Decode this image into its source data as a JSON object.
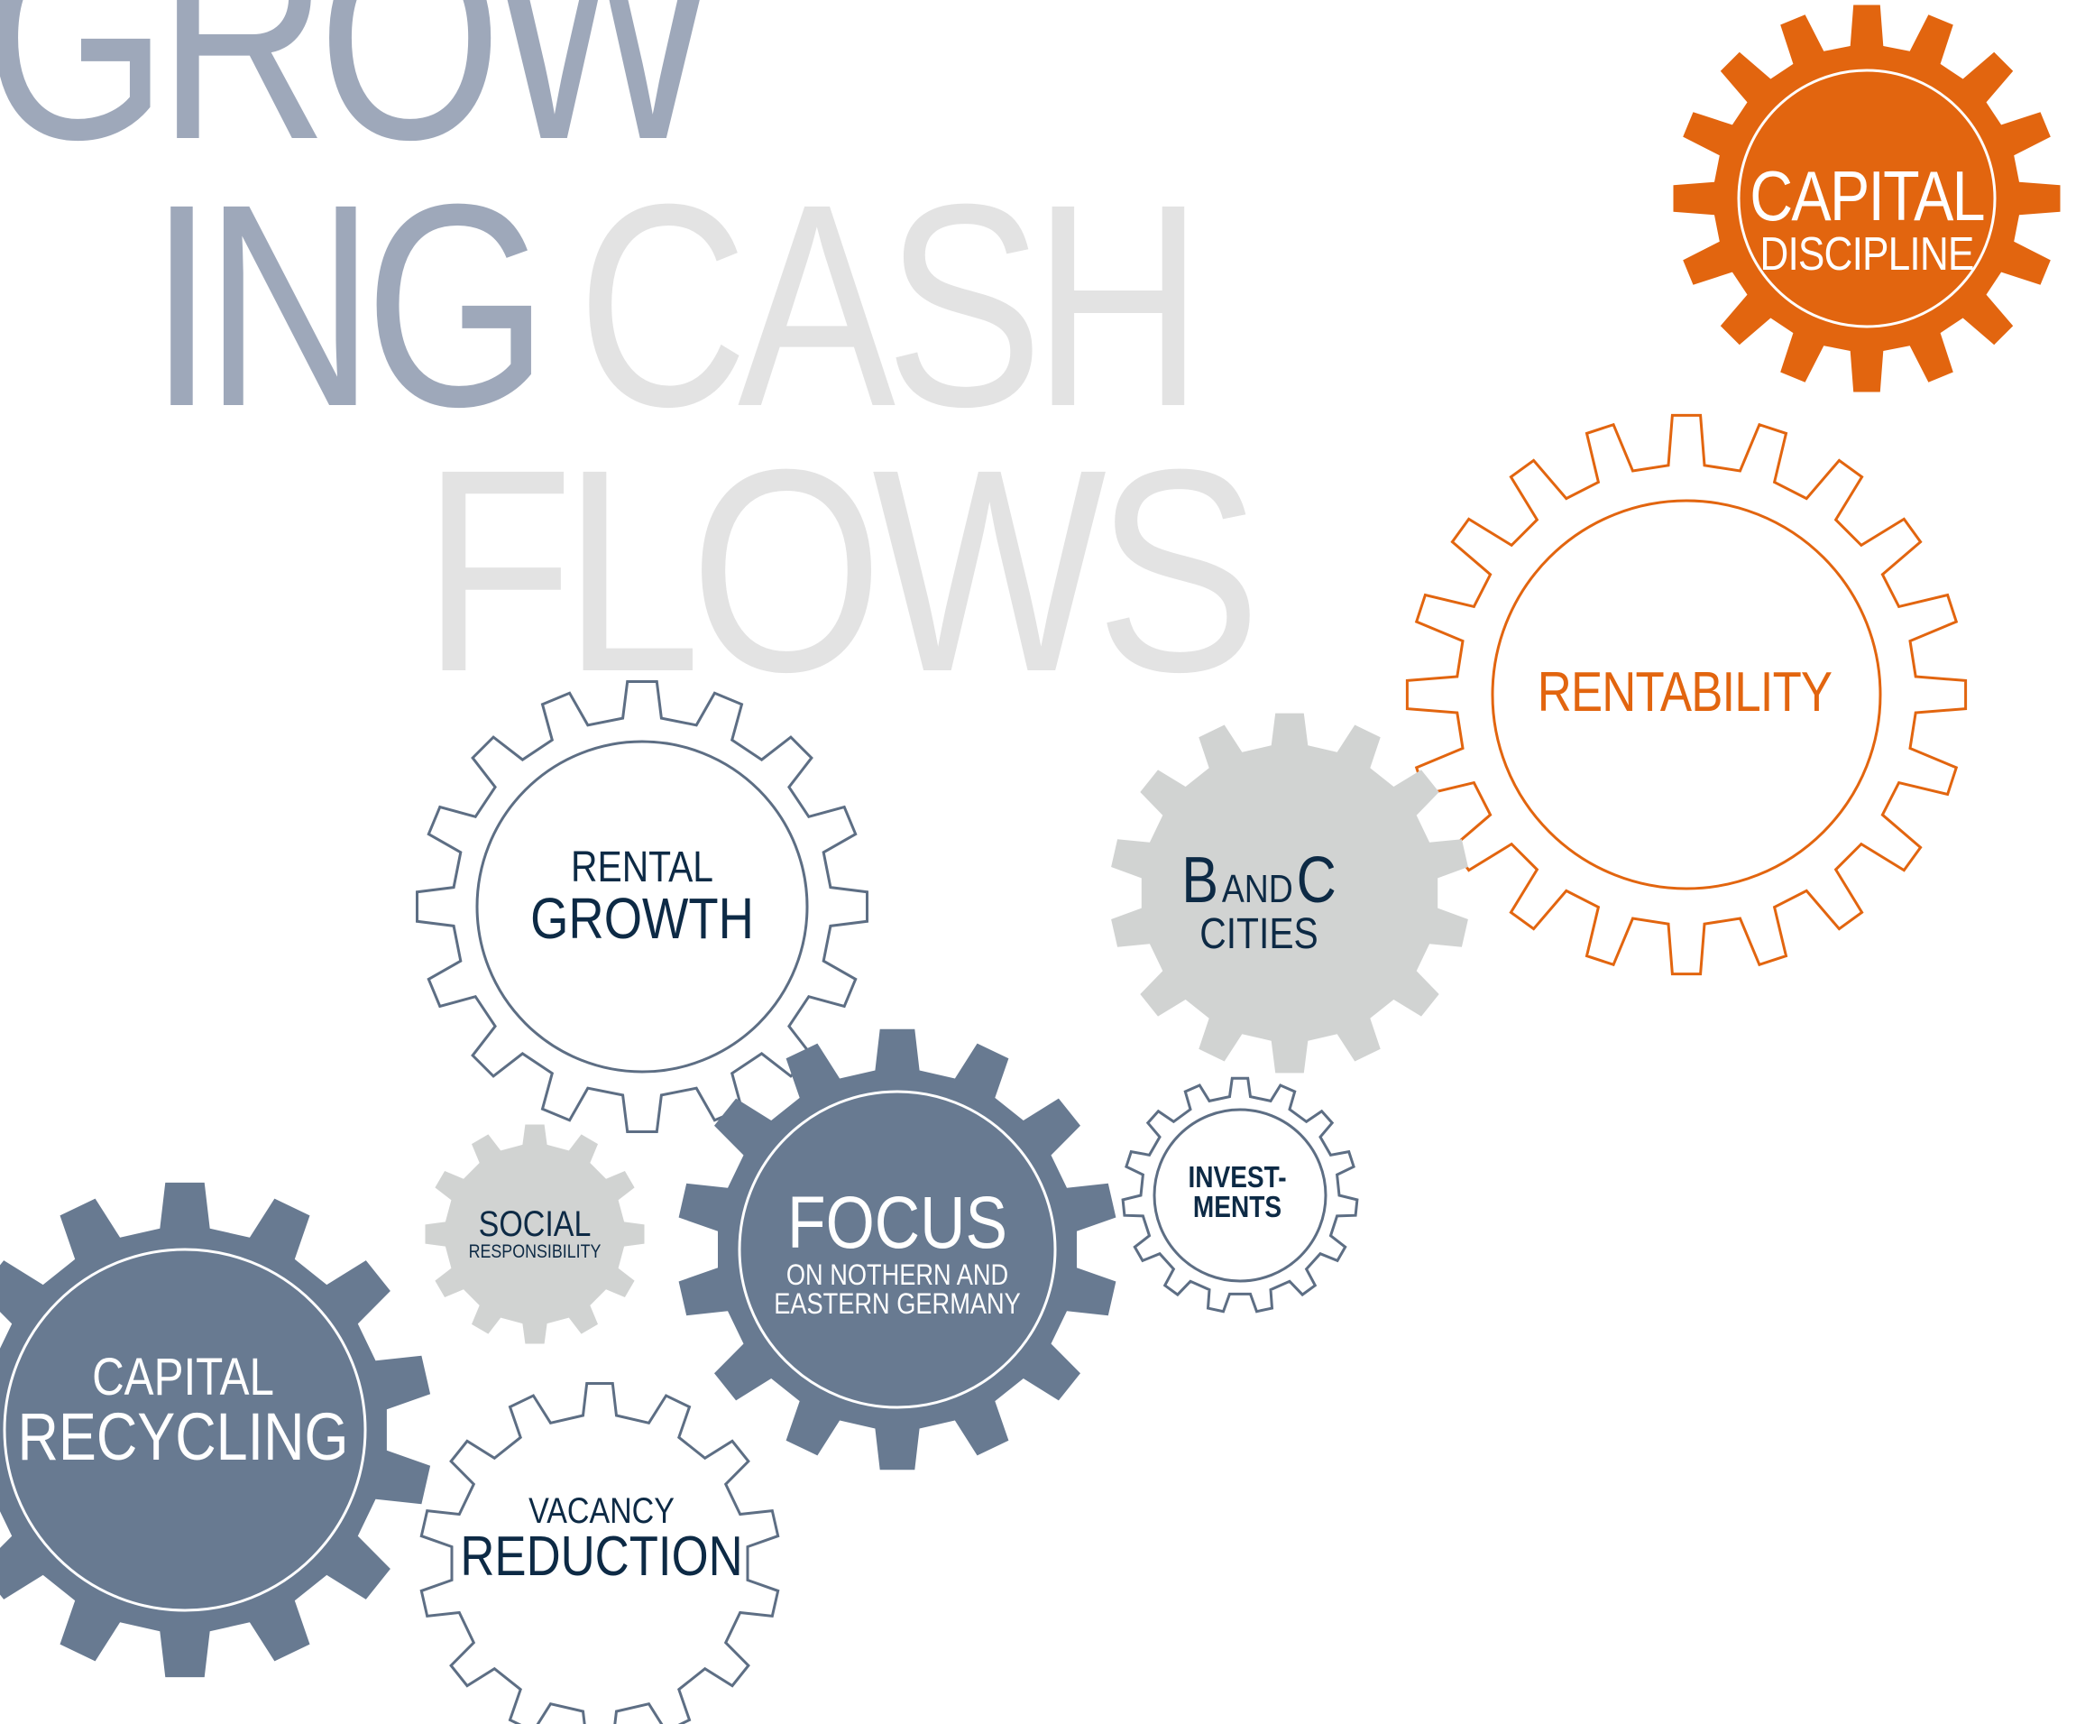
{
  "headline": {
    "line1": "GROW",
    "line2_a": "ING",
    "line2_b": "CASH",
    "line3": "FLOWS"
  },
  "colors": {
    "headline_dark": "#9ea8ba",
    "headline_light": "#e3e3e3",
    "slate": "#687a91",
    "slate_outline": "#5d6e84",
    "light_gray": "#d1d3d2",
    "orange": "#e2650f",
    "navy_text": "#0d2a45",
    "white": "#ffffff"
  },
  "gears": {
    "capital_discipline": {
      "line1": "CAPITAL",
      "line2": "DISCIPLINE"
    },
    "rentability": {
      "label": "RENTABILITY"
    },
    "b_and_c": {
      "b": "B",
      "and": "AND",
      "c": "C",
      "line2": "CITIES"
    },
    "rental_growth": {
      "line1": "RENTAL",
      "line2": "GROWTH"
    },
    "investments": {
      "line1": "INVEST-",
      "line2": "MENTS"
    },
    "social": {
      "line1": "SOCIAL",
      "line2": "RESPONSIBILITY"
    },
    "focus": {
      "line1": "FOCUS",
      "line2": "ON NOTHERN AND",
      "line3": "EASTERN GERMANY"
    },
    "capital_recycling": {
      "line1": "CAPITAL",
      "line2": "RECYCLING"
    },
    "vacancy_reduction": {
      "line1": "VACANCY",
      "line2": "REDUCTION"
    }
  }
}
